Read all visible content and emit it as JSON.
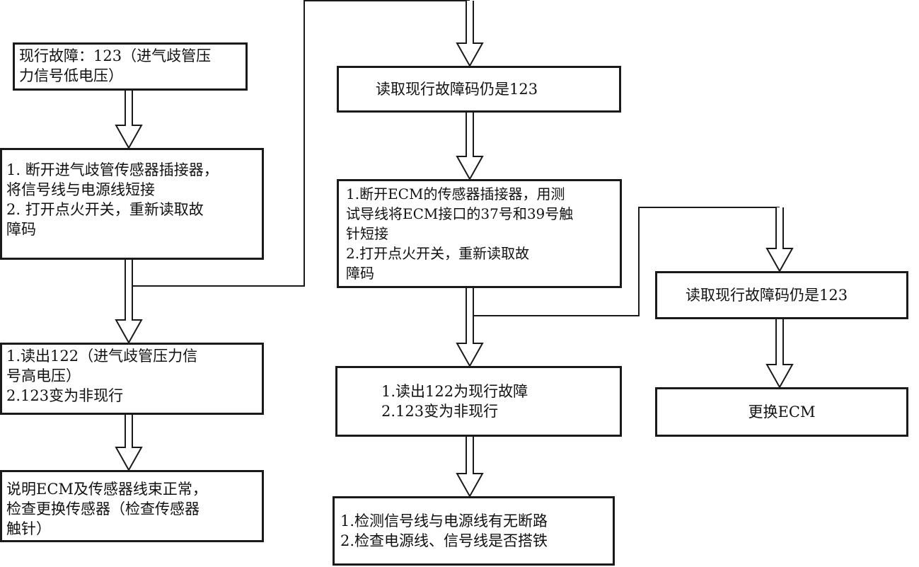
{
  "colors": {
    "stroke": "#1a1a1a",
    "background": "#ffffff",
    "text": "#111111"
  },
  "boxes": {
    "fault": {
      "lines": [
        "现行故障：123（进气歧管压",
        "力信号低电压）"
      ]
    },
    "step1": {
      "lines": [
        "1. 断开进气歧管传感器插接器，",
        "将信号线与电源线短接",
        "2. 打开点火开关，重新读取故",
        "障码"
      ]
    },
    "result1": {
      "lines": [
        "1.读出122（进气歧管压力信",
        "号高电压）",
        "2.123变为非现行"
      ]
    },
    "conclusion1": {
      "lines": [
        "说明ECM及传感器线束正常，",
        "检查更换传感器（检查传感器",
        "触针）"
      ]
    },
    "still_fault": {
      "lines": [
        "读取现行故障码仍是123"
      ]
    },
    "step2": {
      "lines": [
        "1.断开ECM的传感器插接器，用测",
        "试导线将ECM接口的37号和39号触",
        "针短接",
        "2.打开点火开关，重新读取故",
        "障码"
      ]
    },
    "result2": {
      "lines": [
        "1.读出122为现行故障",
        "2.123变为非现行"
      ]
    },
    "check_wires": {
      "lines": [
        "1.检测信号线与电源线有无断路",
        "2.检查电源线、信号线是否搭铁"
      ]
    },
    "still_fault2": {
      "lines": [
        "读取现行故障码仍是123"
      ]
    },
    "replace_ecm": {
      "lines": [
        "更换ECM"
      ]
    }
  }
}
